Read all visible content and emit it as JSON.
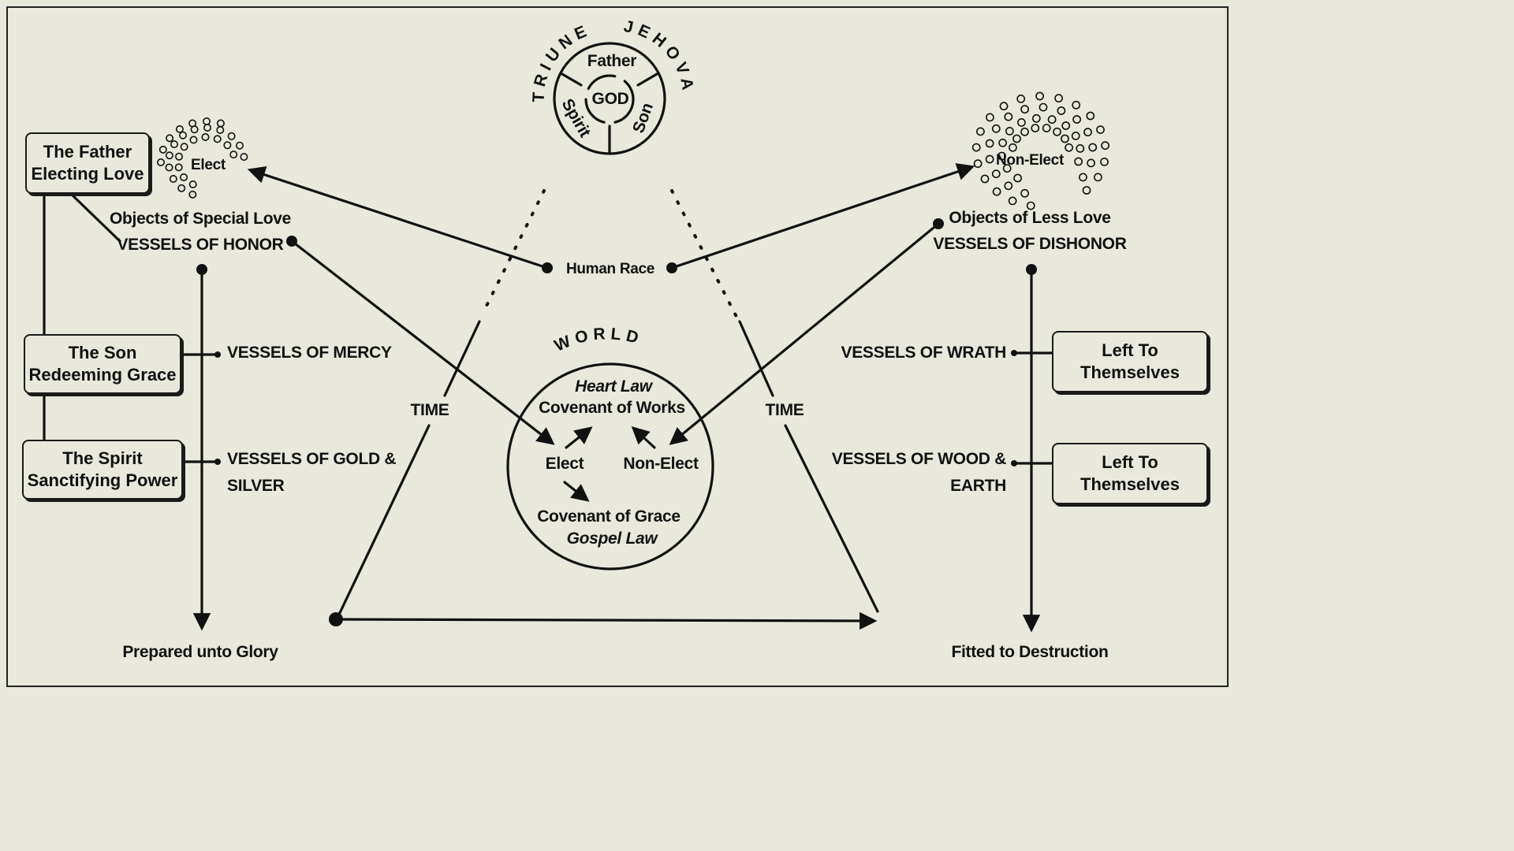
{
  "godhead": {
    "arc_left": "TRIUNE",
    "arc_right": "JEHOVAH",
    "center": "GOD",
    "father": "Father",
    "son": "Son",
    "spirit": "Spirit"
  },
  "left_boxes": {
    "father": {
      "line1": "The Father",
      "line2": "Electing Love"
    },
    "son": {
      "line1": "The Son",
      "line2": "Redeeming Grace"
    },
    "spirit": {
      "line1": "The Spirit",
      "line2": "Sanctifying Power"
    }
  },
  "right_boxes": {
    "wrath": {
      "line1": "Left To",
      "line2": "Themselves"
    },
    "wood": {
      "line1": "Left To",
      "line2": "Themselves"
    }
  },
  "elect_cluster_label": "Elect",
  "nonelect_cluster_label": "Non-Elect",
  "left_labels": {
    "objects": "Objects of Special Love",
    "vessels": "VESSELS OF HONOR",
    "mercy": "VESSELS OF MERCY",
    "gold": "VESSELS OF GOLD &",
    "silver": "SILVER",
    "end": "Prepared unto Glory"
  },
  "right_labels": {
    "objects": "Objects of Less Love",
    "vessels": "VESSELS OF DISHONOR",
    "wrath": "VESSELS OF WRATH",
    "wood": "VESSELS OF WOOD &",
    "earth": "EARTH",
    "end": "Fitted to Destruction"
  },
  "center_labels": {
    "human_race": "Human Race",
    "time_left": "TIME",
    "time_right": "TIME"
  },
  "world": {
    "title": "WORLD",
    "heart_law": "Heart Law",
    "covenant_works": "Covenant of Works",
    "elect": "Elect",
    "non_elect": "Non-Elect",
    "covenant_grace": "Covenant of Grace",
    "gospel_law": "Gospel Law"
  }
}
